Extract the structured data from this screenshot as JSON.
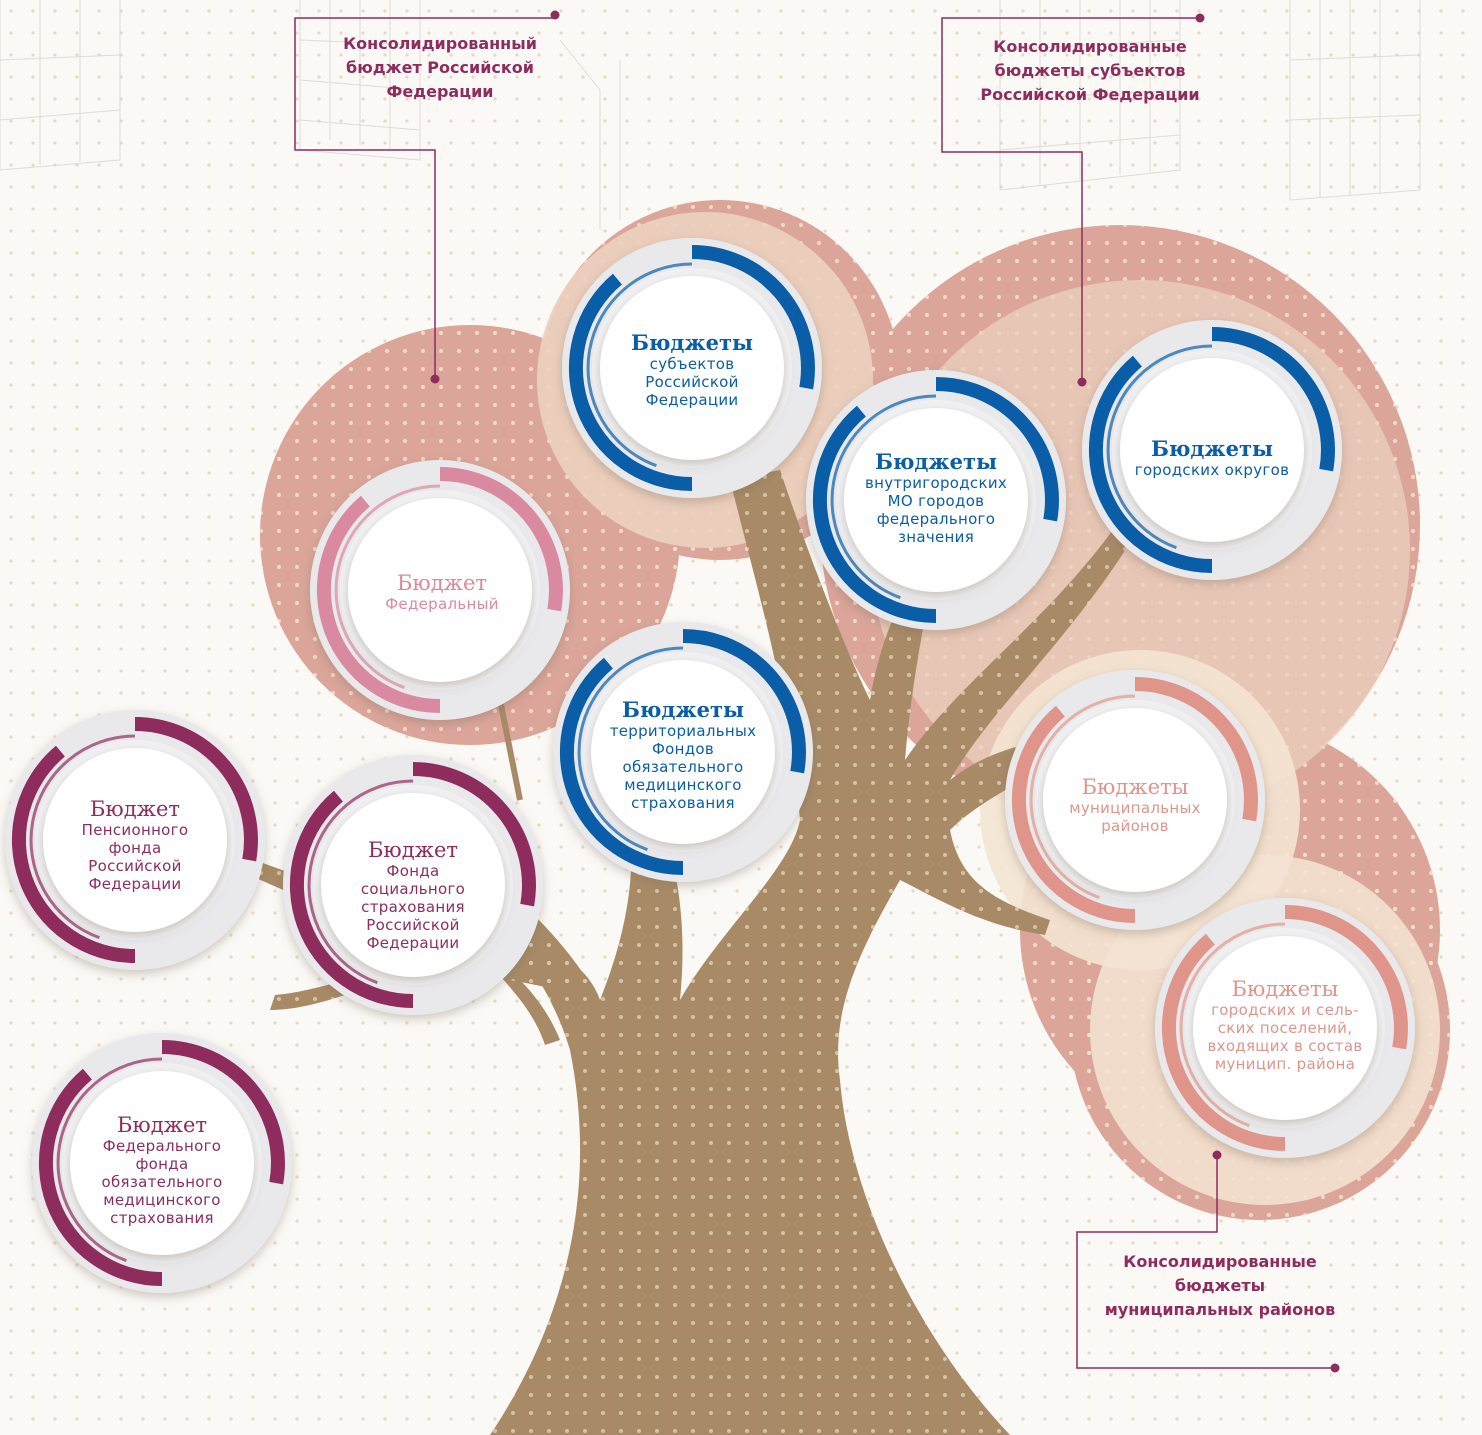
{
  "colors": {
    "background": "#fbf9f6",
    "tree_trunk": "#a88a66",
    "crown_dark": "#dba59a",
    "crown_light": "#ecd2bf",
    "crown_pale": "#f4e4d3",
    "blue": "#0a5ea8",
    "magenta": "#8e2c5e",
    "pink": "#d98aa0",
    "salmon": "#e0958a",
    "callout_line": "#8e2c5e"
  },
  "callouts": {
    "consolidated_rf": "Консолидированный бюджет Российской Федерации",
    "consolidated_subjects": "Консолидированные бюджеты субъектов Российской Федерации",
    "consolidated_municipal": "Консолидированные бюджеты муниципальных районов"
  },
  "budgets": {
    "federal": {
      "title": "Бюджет",
      "subtitle": "Федеральный"
    },
    "subjects": {
      "title": "Бюджеты",
      "subtitle": "субъектов Российской Федерации"
    },
    "intracity": {
      "title": "Бюджеты",
      "subtitle": "внутригородских МО городов федерального значения"
    },
    "city_districts": {
      "title": "Бюджеты",
      "subtitle": "городских округов"
    },
    "territorial_funds": {
      "title": "Бюджеты",
      "subtitle": "территориальных Фондов обязательного медицинского страхования"
    },
    "municipal_districts": {
      "title": "Бюджеты",
      "subtitle": "муниципальных районов"
    },
    "settlements": {
      "title": "Бюджеты",
      "subtitle": "городских и сель-ских поселений, входящих в состав муницип. района"
    },
    "pension_fund": {
      "title": "Бюджет",
      "subtitle": "Пенсионного фонда Российской Федерации"
    },
    "social_insurance": {
      "title": "Бюджет",
      "subtitle": "Фонда социального страхования Российской Федерации"
    },
    "medical_insurance": {
      "title": "Бюджет",
      "subtitle": "Федерального фонда обязательного медицинского страхования"
    }
  }
}
